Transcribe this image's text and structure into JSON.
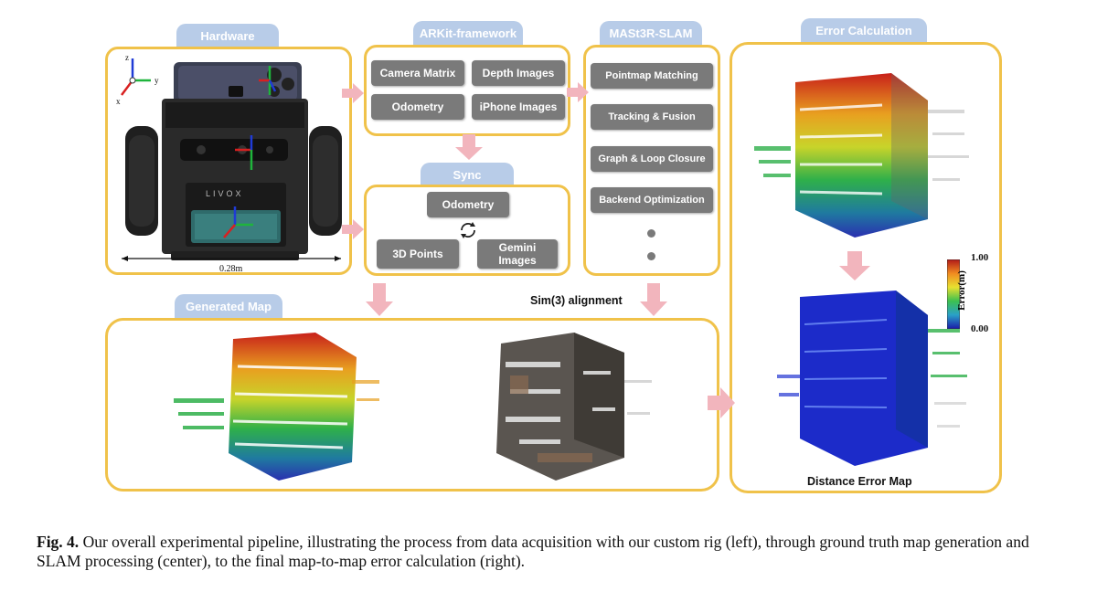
{
  "hardware": {
    "title": "Hardware",
    "dimension_label": "0.28m",
    "axis_labels": {
      "z": "z",
      "y": "y",
      "x": "x"
    },
    "sensor_brand": "LIVOX"
  },
  "arkit": {
    "title": "ARKit-framework",
    "items": [
      "Camera Matrix",
      "Depth Images",
      "Odometry",
      "iPhone Images"
    ]
  },
  "sync": {
    "title": "Sync",
    "items": [
      "Odometry",
      "3D Points",
      "Gemini Images"
    ]
  },
  "slam": {
    "title": "MASt3R-SLAM",
    "items": [
      "Pointmap Matching",
      "Tracking & Fusion",
      "Graph & Loop Closure",
      "Backend Optimization"
    ]
  },
  "alignment_label": "Sim(3) alignment",
  "generated_map": {
    "title": "Generated Map"
  },
  "error": {
    "title": "Error Calculation",
    "map_label": "Distance Error Map",
    "colorbar": {
      "title": "Error(m)",
      "max": "1.00",
      "min": "0.00"
    }
  },
  "caption": {
    "prefix": "Fig. 4.",
    "text": " Our overall experimental pipeline, illustrating the process from data acquisition with our custom rig (left), through ground truth map generation and SLAM processing (center), to the final map-to-map error calculation (right)."
  },
  "colors": {
    "panel_border": "#f0c24a",
    "tab": "#b8cce8",
    "box": "#7a7a7a",
    "arrow": "#f2b5bd"
  }
}
